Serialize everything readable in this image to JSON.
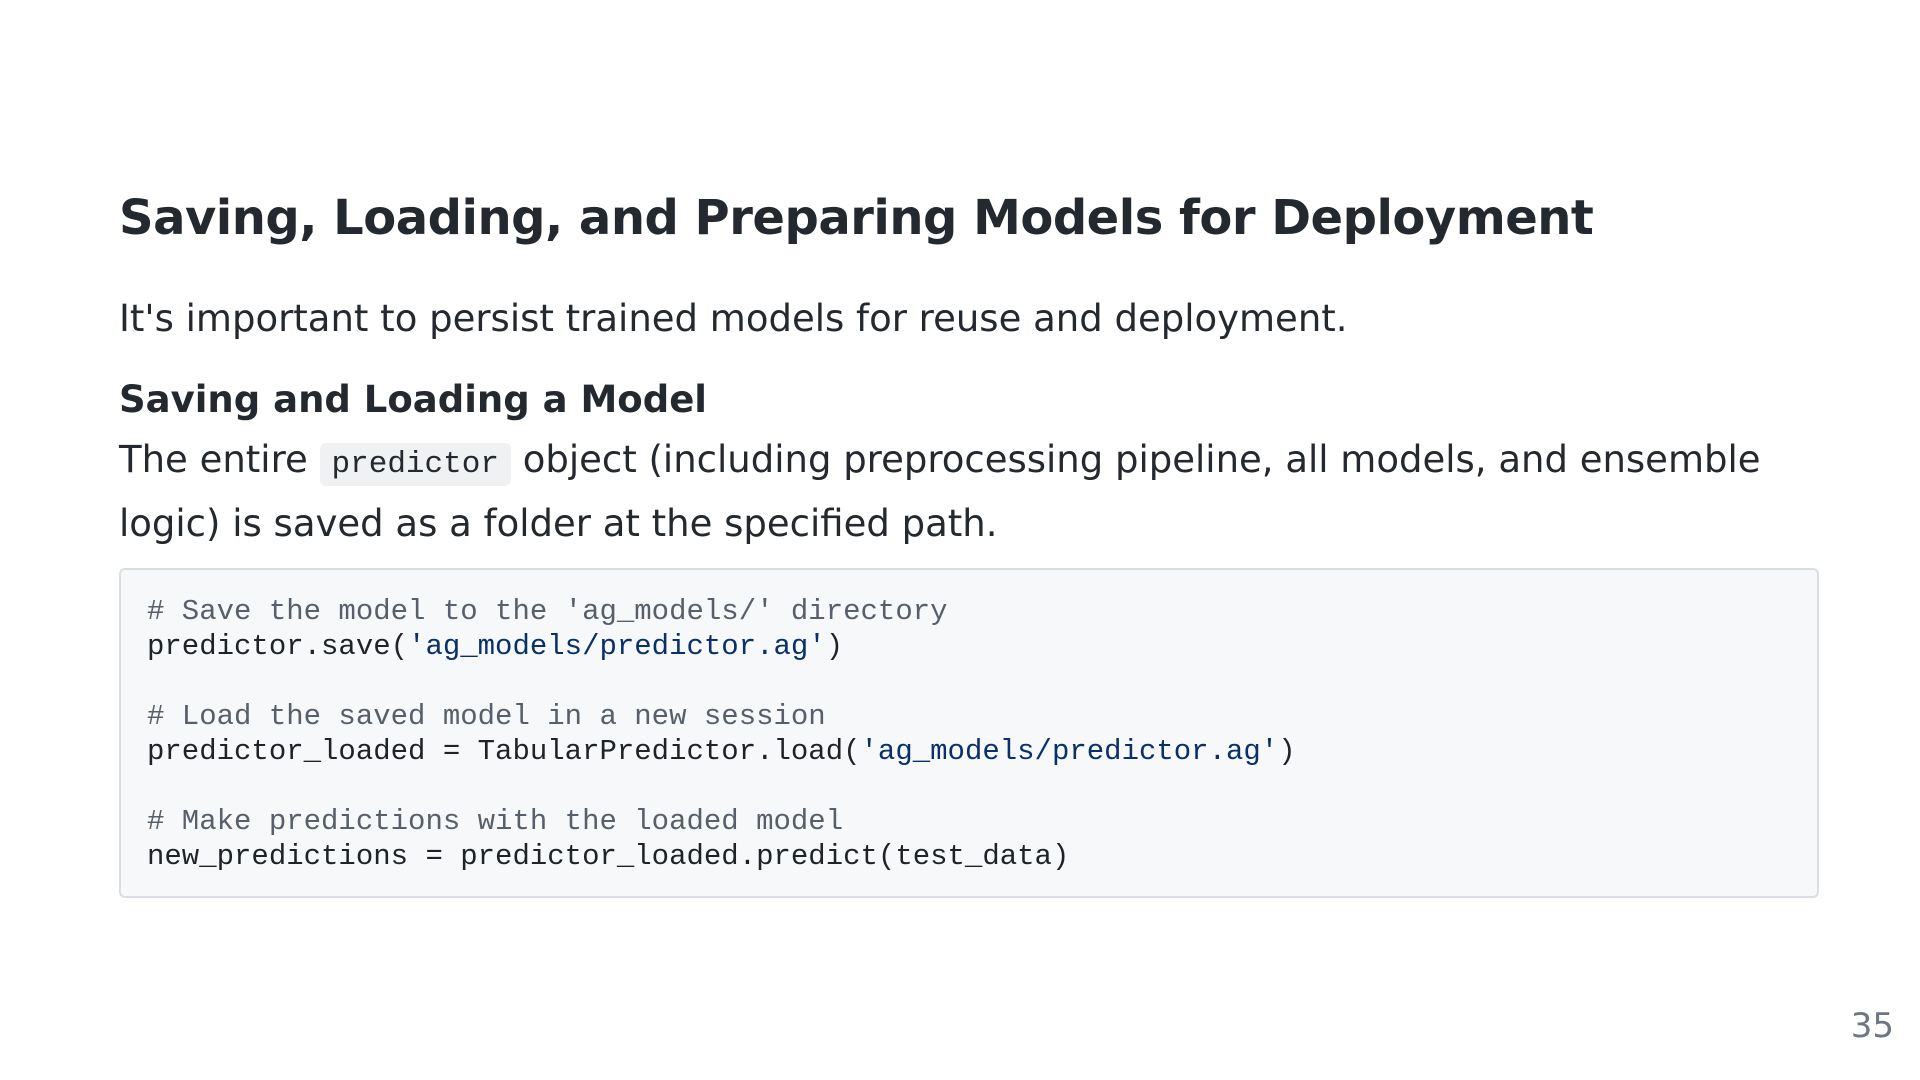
{
  "slide": {
    "title": "Saving, Loading, and Preparing Models for Deployment",
    "intro": "It's important to persist trained models for reuse and deployment.",
    "subheading": "Saving and Loading a Model",
    "paragraph": {
      "before": "The entire ",
      "code": "predictor",
      "after": " object (including preprocessing pipeline, all models, and ensemble logic) is saved as a folder at the specified path."
    },
    "code_block": {
      "line1_comment": "# Save the model to the 'ag_models/' directory",
      "line2_prefix": "predictor.save(",
      "line2_string": "'ag_models/predictor.ag'",
      "line2_suffix": ")",
      "line3_comment": "# Load the saved model in a new session",
      "line4_prefix": "predictor_loaded = TabularPredictor.load(",
      "line4_string": "'ag_models/predictor.ag'",
      "line4_suffix": ")",
      "line5_comment": "# Make predictions with the loaded model",
      "line6_code": "new_predictions = predictor_loaded.predict(test_data)"
    },
    "page_number": "35"
  }
}
